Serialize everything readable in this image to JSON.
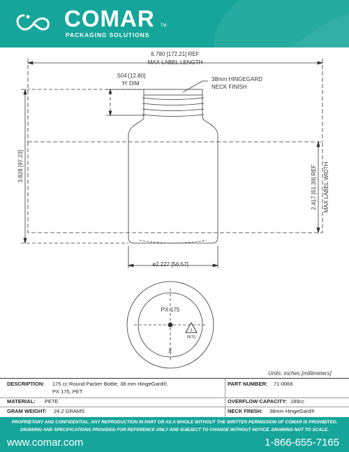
{
  "header": {
    "brand": "COMAR",
    "tm": "TM",
    "tagline": "PACKAGING SOLUTIONS",
    "color": "#16a59a"
  },
  "drawing": {
    "label_length": "6.780 [172.21] REF",
    "label_length_2": "MAX LABEL LENGTH",
    "h_dim": ".504 [12.80]",
    "h_dim_2": "'H' DIM",
    "neck_callout": "38mm HINGEGARD",
    "neck_callout_2": "NECK FINISH",
    "height": "3.828 [97.23]",
    "label_width": "2.417 [61.39] REF",
    "label_width_2": "MAX LABEL WIDTH",
    "diameter": "ø2.227 [56.57]",
    "base_code": "PX-175",
    "base_x": "X",
    "recycle_number": "1",
    "recycle_label": "PETE"
  },
  "units": "Units: inches [millimeters]",
  "specs": {
    "description_label": "DESCRIPTION:",
    "description_value": "175 cc Round Packer Bottle, 38 mm HingeGard®,",
    "description_value_2": "PX 175, PET",
    "part_number_label": "PART NUMBER:",
    "part_number_value": "71-0066",
    "material_label": "MATERIAL:",
    "material_value": "PETE",
    "overflow_label": "OVERFLOW CAPACITY:",
    "overflow_value": "189cc",
    "weight_label": "GRAM WEIGHT:",
    "weight_value": "24.2 GRAMS",
    "neck_label": "NECK FINISH:",
    "neck_value": "38mm HingeGard®"
  },
  "footer": {
    "disclaimer_1": "PROPRIETARY AND CONFIDENTIAL. ANY REPRODUCTION IN PART OR AS A WHOLE WITHOUT THE WRITTEN PERMISSION OF COMAR IS PROHIBITED.",
    "disclaimer_2": "DRAWING AND SPECIFICATIONS PROVIDED FOR REFERENCE ONLY AND SUBJECT TO CHANGE WITHOUT NOTICE. DRAWING NOT TO SCALE.",
    "website": "www.comar.com",
    "phone": "1-866-655-7165"
  }
}
